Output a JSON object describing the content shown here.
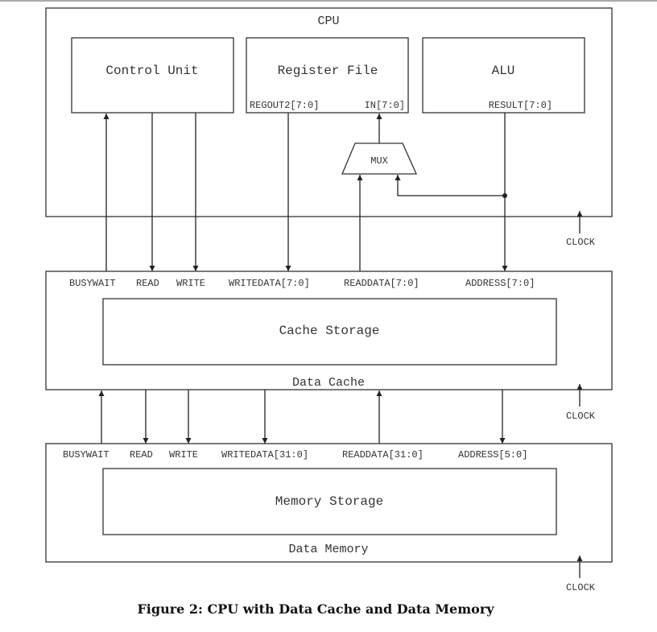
{
  "cpu": {
    "title": "CPU",
    "control_unit": "Control Unit",
    "register_file": "Register File",
    "alu": "ALU",
    "regout2": "REGOUT2[7:0]",
    "in_port": "IN[7:0]",
    "result": "RESULT[7:0]",
    "mux": "MUX",
    "clock": "CLOCK"
  },
  "cache": {
    "title": "Data Cache",
    "storage": "Cache Storage",
    "busywait": "BUSYWAIT",
    "read": "READ",
    "write": "WRITE",
    "writedata": "WRITEDATA[7:0]",
    "readdata": "READDATA[7:0]",
    "address": "ADDRESS[7:0]",
    "clock": "CLOCK"
  },
  "memory": {
    "title": "Data Memory",
    "storage": "Memory Storage",
    "busywait": "BUSYWAIT",
    "read": "READ",
    "write": "WRITE",
    "writedata": "WRITEDATA[31:0]",
    "readdata": "READDATA[31:0]",
    "address": "ADDRESS[5:0]",
    "clock": "CLOCK"
  },
  "caption": "Figure 2: CPU with Data Cache and Data Memory"
}
